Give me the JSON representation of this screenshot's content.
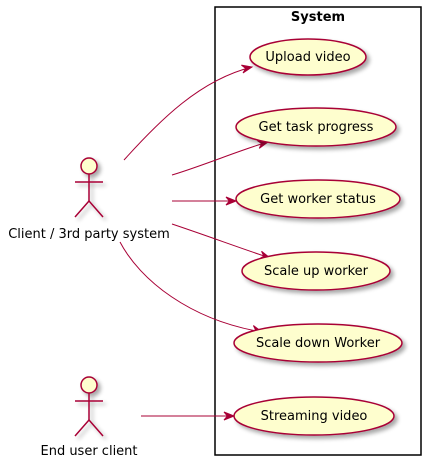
{
  "colors": {
    "usecase_fill": "#FEFECE",
    "usecase_stroke": "#A80036",
    "actor_fill": "#FEFECE",
    "actor_stroke": "#A80036",
    "arrow": "#A80036",
    "system_border": "#000000",
    "background": "#FFFFFF"
  },
  "system": {
    "title": "System",
    "use_cases": [
      "Upload video",
      "Get task progress",
      "Get worker status",
      "Scale up worker",
      "Scale down Worker",
      "Streaming video"
    ]
  },
  "actors": [
    "Client / 3rd party system",
    "End user client"
  ],
  "associations": [
    {
      "from": "Client / 3rd party system",
      "to": "Upload video"
    },
    {
      "from": "Client / 3rd party system",
      "to": "Get task progress"
    },
    {
      "from": "Client / 3rd party system",
      "to": "Get worker status"
    },
    {
      "from": "Client / 3rd party system",
      "to": "Scale up worker"
    },
    {
      "from": "Client / 3rd party system",
      "to": "Scale down Worker"
    },
    {
      "from": "End user client",
      "to": "Streaming video"
    }
  ]
}
